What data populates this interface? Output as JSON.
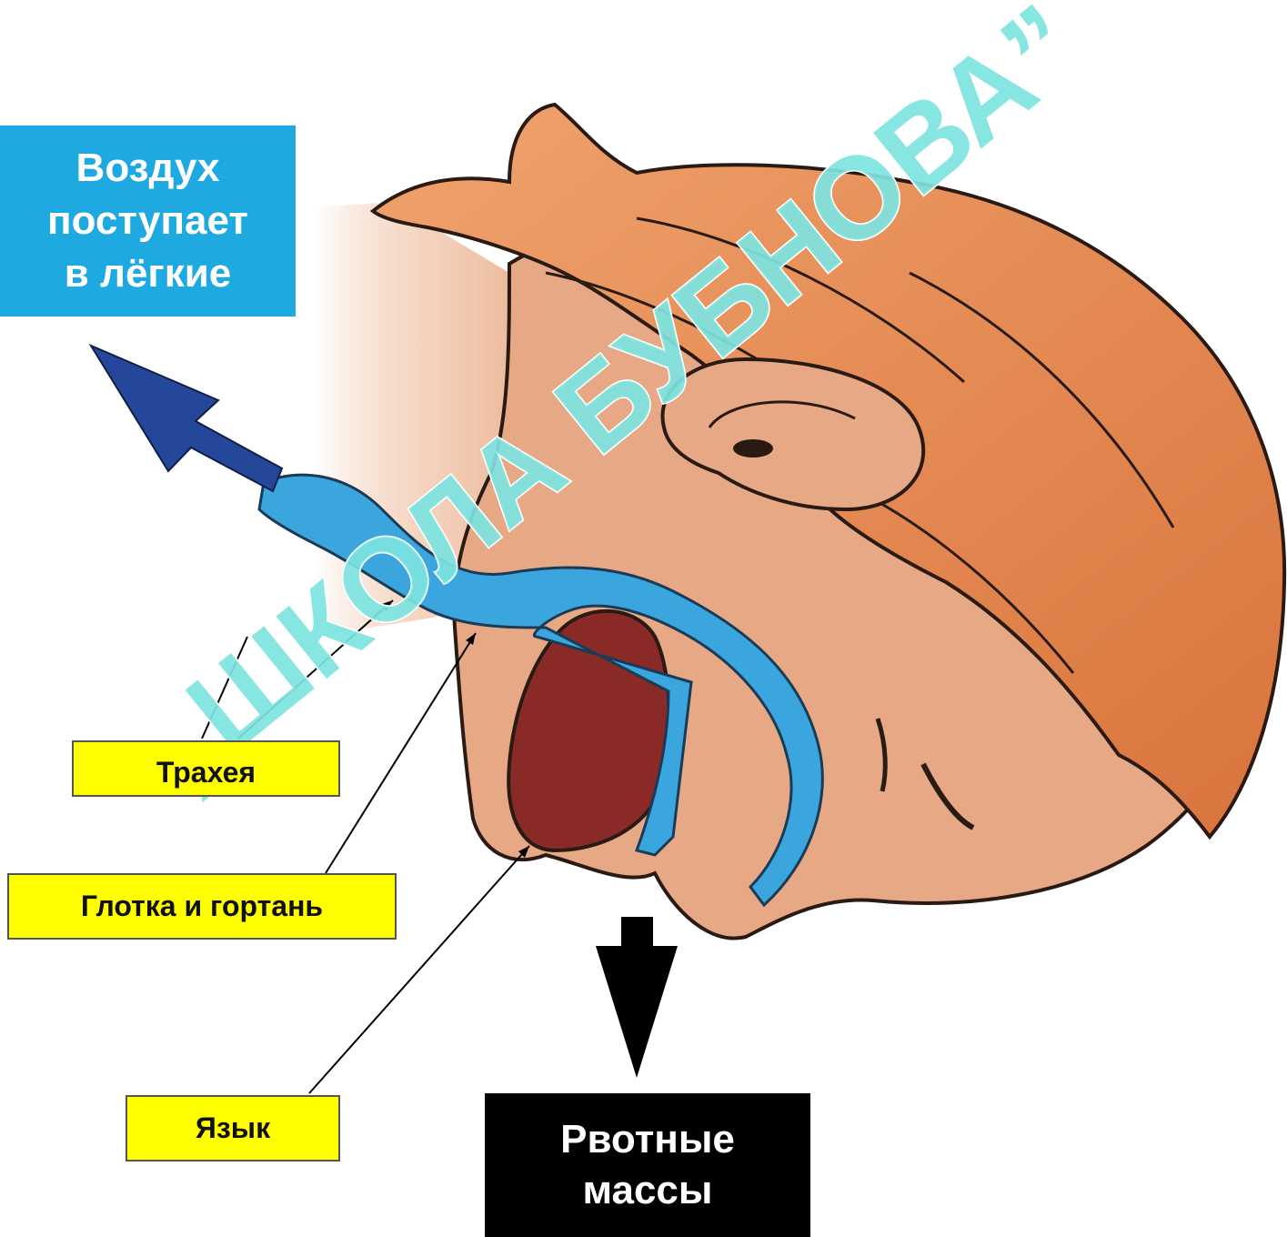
{
  "labels": {
    "air": [
      "Воздух",
      "поступает",
      "в лёгкие"
    ],
    "trachea": "Трахея",
    "pharynx": "Глотка и гортань",
    "tongue": "Язык",
    "vomit": [
      "Рвотные",
      "массы"
    ]
  },
  "watermark": "„ШКОЛА БУБНОВА”",
  "colors": {
    "air_box": "#1fa9e1",
    "label_box": "#ffff00",
    "vomit_box": "#000000",
    "airway": "#3aa6dd",
    "skin": "#e7a985",
    "hair": "#e48a52",
    "tongue": "#8a2a26",
    "air_arrow": "#24479a",
    "watermark": "#7de3e0"
  }
}
